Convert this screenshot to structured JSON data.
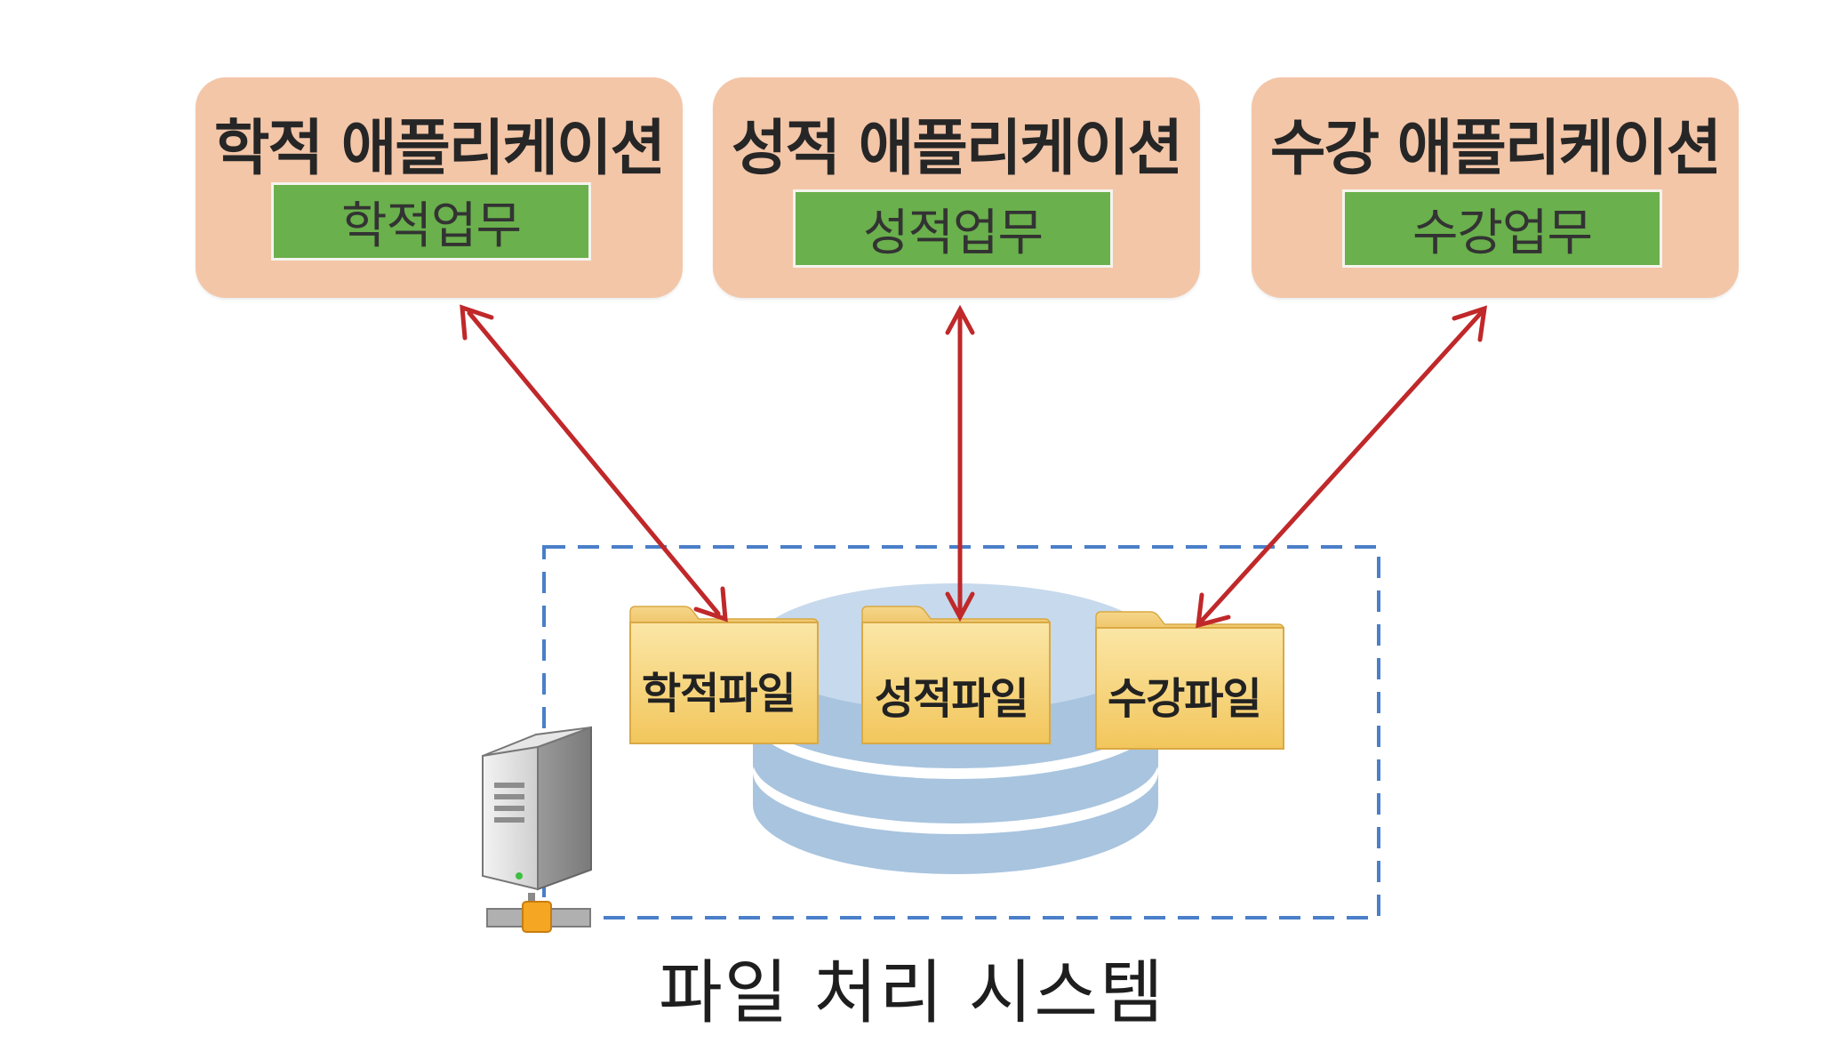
{
  "applications": [
    {
      "title": "학적 애플리케이션",
      "task": "학적업무"
    },
    {
      "title": "성적 애플리케이션",
      "task": "성적업무"
    },
    {
      "title": "수강 애플리케이션",
      "task": "수강업무"
    }
  ],
  "files": [
    "학적파일",
    "성적파일",
    "수강파일"
  ],
  "system_label": "파일 처리 시스템",
  "colors": {
    "app_box": "#f3c6a8",
    "task_box": "#6ab04c",
    "arrow": "#c0282a",
    "dashed_border": "#4a7fc9",
    "database": "#a8c4df",
    "folder": "#f7d47a"
  },
  "icons": [
    "server-icon",
    "database-icon",
    "folder-icon"
  ]
}
